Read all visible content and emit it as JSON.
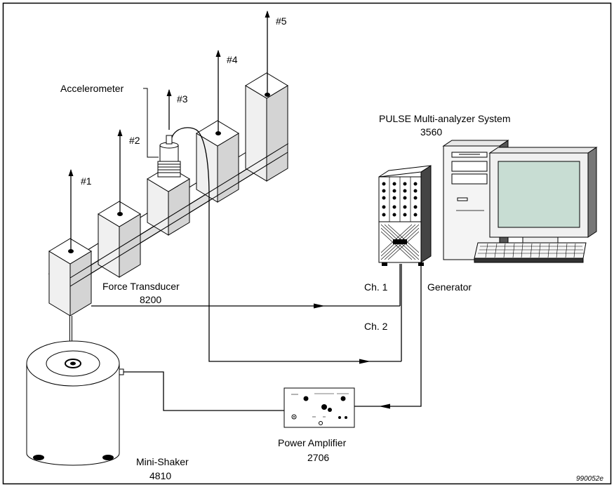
{
  "labels": {
    "point_1": "#1",
    "point_2": "#2",
    "point_3": "#3",
    "point_4": "#4",
    "point_5": "#5",
    "accelerometer": "Accelerometer",
    "pulse_system": "PULSE Multi-analyzer System",
    "pulse_model": "3560",
    "force_transducer": "Force Transducer",
    "force_model": "8200",
    "channel_1": "Ch. 1",
    "channel_2": "Ch. 2",
    "generator": "Generator",
    "power_amplifier": "Power Amplifier",
    "power_model": "2706",
    "shaker": "Mini-Shaker",
    "shaker_model": "4810",
    "figure_id": "990052e"
  },
  "icons": {
    "frame": "figure-frame",
    "structure": "beam-with-blocks",
    "sensor": "accelerometer-icon",
    "analyzer": "analyzer-frontend-icon",
    "computer": "computer-icon",
    "amplifier": "power-amplifier-icon",
    "exciter": "shaker-icon"
  }
}
